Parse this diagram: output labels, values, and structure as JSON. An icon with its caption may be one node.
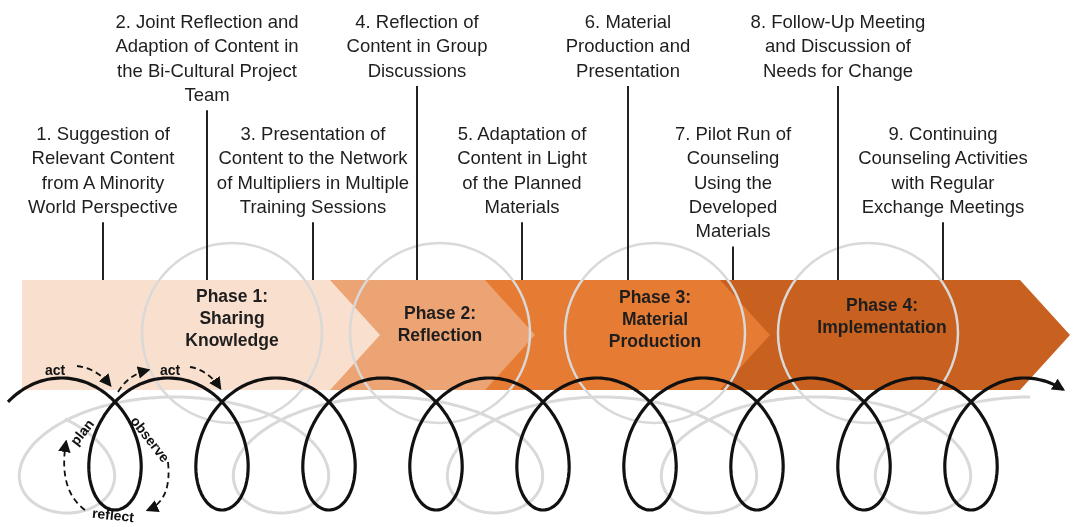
{
  "diagram": {
    "nodes": [
      {
        "text": [
          "Phase 1: Sharing Knowledge"
        ]
      },
      {
        "text": [
          "Phase 2: Reflection"
        ]
      },
      {
        "text": [
          "Phase 3: Material Production"
        ]
      },
      {
        "text": [
          "Phase 4: Implementation"
        ]
      },
      {
        "text": [
          "1. Suggestion of Relevant Content from A Minority World Perspective"
        ]
      },
      {
        "text": [
          "2. Joint Reflection and Adaption of Content in the Bi-Cultural Project Team"
        ]
      },
      {
        "text": [
          "3. Presentation of Content to the Network of Multipliers in Multiple Training Sessions"
        ]
      },
      {
        "text": [
          "4. Reflection of Content in Group Discussions"
        ]
      },
      {
        "text": [
          "5. Adaptation of Content in Light of the Planned Materials"
        ]
      },
      {
        "text": [
          "6. Material Production and Presentation"
        ]
      },
      {
        "text": [
          "7. Pilot Run of Counseling Using the Developed Materials"
        ]
      },
      {
        "text": [
          "8. Follow-Up Meeting and Discussion of Needs for Change"
        ]
      },
      {
        "text": [
          "9. Continuing Counseling Activities with Regular Exchange Meetings"
        ]
      }
    ],
    "edges": [
      {
        "from": 4,
        "to": 0,
        "arrow": "none"
      },
      {
        "from": 5,
        "to": 0,
        "arrow": "none"
      },
      {
        "from": 6,
        "to": 0,
        "arrow": "none"
      },
      {
        "from": 7,
        "to": 1,
        "arrow": "none"
      },
      {
        "from": 8,
        "to": 1,
        "arrow": "none"
      },
      {
        "from": 9,
        "to": 2,
        "arrow": "none"
      },
      {
        "from": 10,
        "to": 2,
        "arrow": "none"
      },
      {
        "from": 11,
        "to": 3,
        "arrow": "none"
      },
      {
        "from": 12,
        "to": 3,
        "arrow": "none"
      }
    ],
    "labels": [
      "act",
      "act",
      "plan",
      "observe",
      "reflect"
    ]
  }
}
